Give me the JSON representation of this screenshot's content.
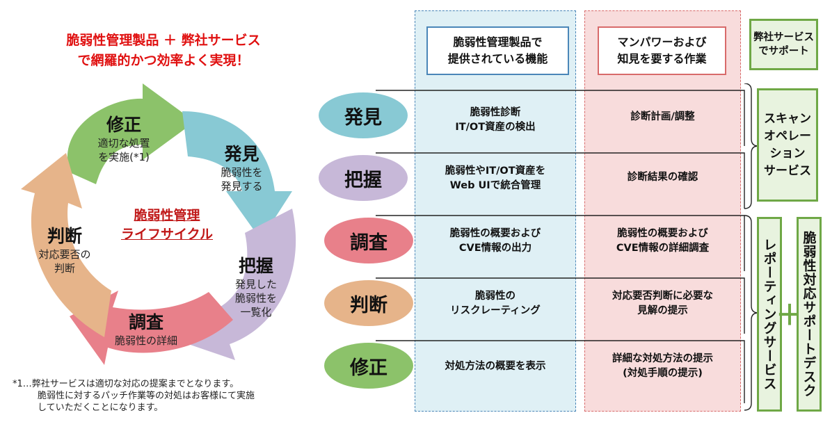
{
  "headline": [
    "脆弱性管理製品 ＋ 弊社サービス",
    "で網羅的かつ効率よく実現！"
  ],
  "lifecycle": {
    "center_lines": [
      "脆弱性管理",
      "ライフサイクル"
    ],
    "stages": [
      {
        "title": "修正",
        "desc": [
          "適切な処置",
          "を実施(*1)"
        ]
      },
      {
        "title": "発見",
        "desc": [
          "脆弱性を",
          "発見する"
        ]
      },
      {
        "title": "把握",
        "desc": [
          "発見した",
          "脆弱性を",
          "一覧化"
        ]
      },
      {
        "title": "調査",
        "desc": [
          "脆弱性の詳細"
        ]
      },
      {
        "title": "判断",
        "desc": [
          "対応要否の",
          "判断"
        ]
      }
    ]
  },
  "footnote": [
    "*1…弊社サービスは適切な対応の提案までとなります。",
    "脆弱性に対するパッチ作業等の対処はお客様にて実施",
    "していただくことになります。"
  ],
  "table": {
    "header_product": [
      "脆弱性管理製品で",
      "提供されている機能"
    ],
    "header_manpower": [
      "マンパワーおよび",
      "知見を要する作業"
    ],
    "rows": [
      {
        "label": "発見",
        "product": [
          "脆弱性診断",
          "IT/OT資産の検出"
        ],
        "manpower": [
          "診断計画/調整"
        ]
      },
      {
        "label": "把握",
        "product": [
          "脆弱性やIT/OT資産を",
          "Web UIで統合管理"
        ],
        "manpower": [
          "診断結果の確認"
        ]
      },
      {
        "label": "調査",
        "product": [
          "脆弱性の概要および",
          "CVE情報の出力"
        ],
        "manpower": [
          "脆弱性の概要および",
          "CVE情報の詳細調査"
        ]
      },
      {
        "label": "判断",
        "product": [
          "脆弱性の",
          "リスクレーティング"
        ],
        "manpower": [
          "対応要否判断に必要な",
          "見解の提示"
        ]
      },
      {
        "label": "修正",
        "product": [
          "対処方法の概要を表示"
        ],
        "manpower": [
          "詳細な対処方法の提示",
          "(対処手順の提示)"
        ]
      }
    ]
  },
  "services": {
    "header": [
      "弊社サービス",
      "でサポート"
    ],
    "scan": [
      "スキャン",
      "オペレー",
      "ション",
      "サービス"
    ],
    "reporting": "レポーティングサービス",
    "plus": "＋",
    "helpdesk": "脆弱性対応サポートデスク"
  },
  "colors": {
    "discover": "#88c9d4",
    "grasp": "#c7b8d8",
    "investigate": "#e8808a",
    "judge": "#e6b48a",
    "fix": "#8cc26a",
    "accent_red": "#e01010",
    "green_border": "#6fa846"
  }
}
